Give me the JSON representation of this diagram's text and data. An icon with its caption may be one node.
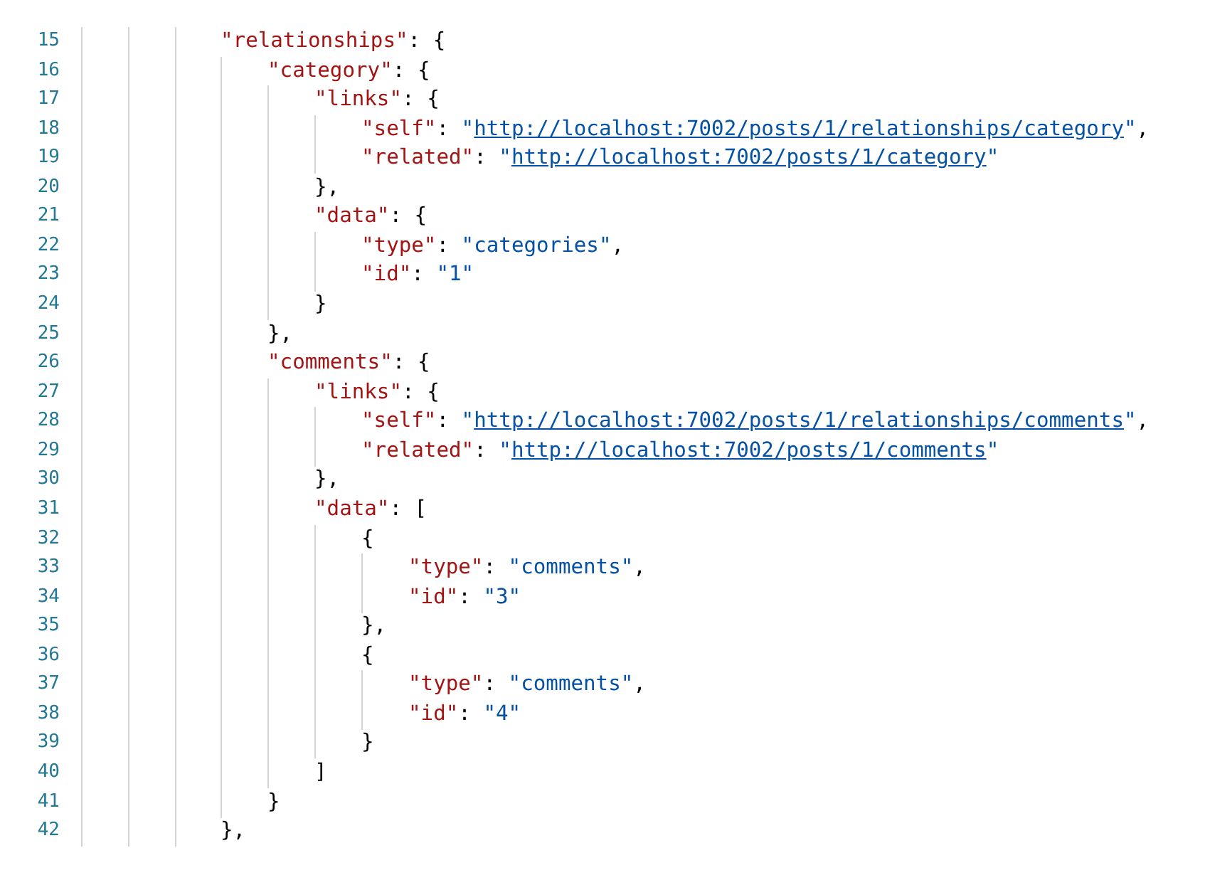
{
  "diagram": {
    "labels": [
      "15",
      "\"relationships\": {",
      "16",
      "\"category\": {",
      "17",
      "\"links\": {",
      "18",
      "\"self\": \"http://localhost:7002/posts/1/relationships/category\",",
      "19",
      "\"related\": \"http://localhost:7002/posts/1/category\"",
      "20",
      "},",
      "21",
      "\"data\": {",
      "22",
      "\"type\": \"categories\",",
      "23",
      "\"id\": \"1\"",
      "24",
      "}",
      "25",
      "},",
      "26",
      "\"comments\": {",
      "27",
      "\"links\": {",
      "28",
      "\"self\": \"http://localhost:7002/posts/1/relationships/comments\",",
      "29",
      "\"related\": \"http://localhost:7002/posts/1/comments\"",
      "30",
      "},",
      "31",
      "\"data\": [",
      "32",
      "{",
      "33",
      "\"type\": \"comments\",",
      "34",
      "\"id\": \"3\"",
      "35",
      "},",
      "36",
      "{",
      "37",
      "\"type\": \"comments\",",
      "38",
      "\"id\": \"4\"",
      "39",
      "}",
      "40",
      "]",
      "41",
      "}",
      "42",
      "},"
    ]
  }
}
